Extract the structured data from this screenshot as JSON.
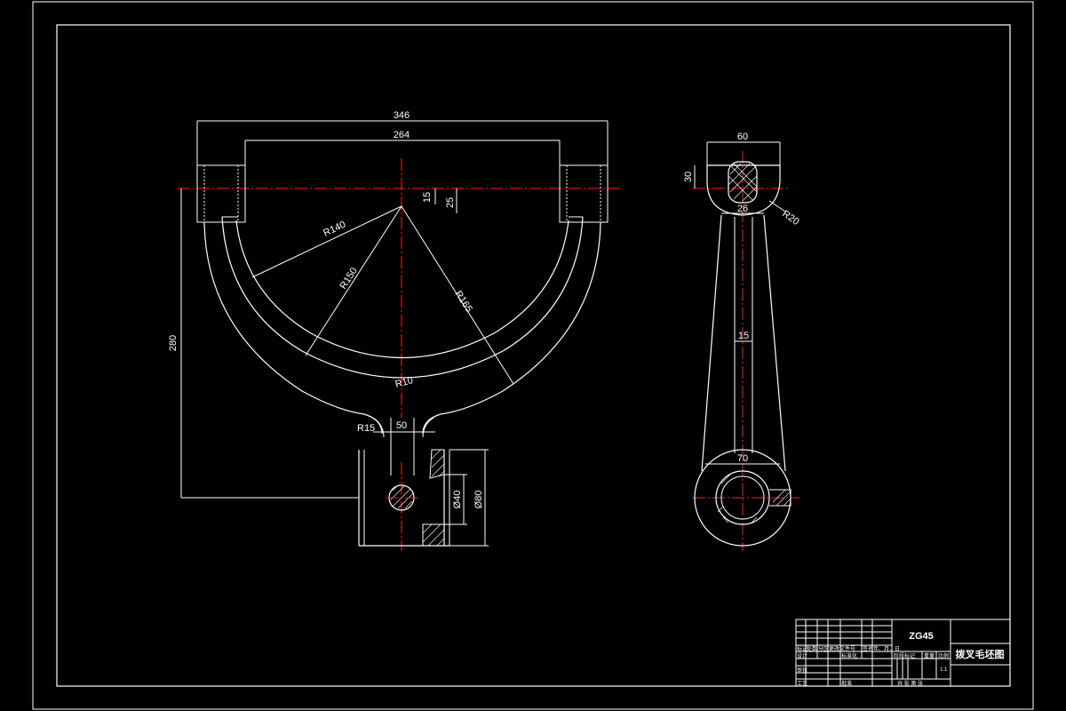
{
  "front_view": {
    "dim_overall_width": "346",
    "dim_inner_width": "264",
    "dim_15": "15",
    "dim_25": "25",
    "dim_height": "280",
    "r140": "R140",
    "r150": "R150",
    "r165": "R165",
    "r10": "R10",
    "r15": "R15",
    "dim_50": "50",
    "phi40": "Ø40",
    "phi80": "Ø80"
  },
  "side_view": {
    "dim_top_width": "60",
    "dim_30": "30",
    "dim_26": "26",
    "r20": "R20",
    "dim_15": "15",
    "dim_70": "70"
  },
  "title_block": {
    "material": "ZG45",
    "title": "拨叉毛坯图",
    "scale": "1:1",
    "row_labels": [
      "标记",
      "处数",
      "分区",
      "更改文件号",
      "签名",
      "年、月、日"
    ],
    "design": "设计",
    "standardize": "标准化",
    "review": "审核",
    "process": "工艺",
    "approve": "批准",
    "stage_mark": "阶段标记",
    "weight": "重量",
    "ratio": "比例",
    "sheets": "共 张 第 张"
  }
}
